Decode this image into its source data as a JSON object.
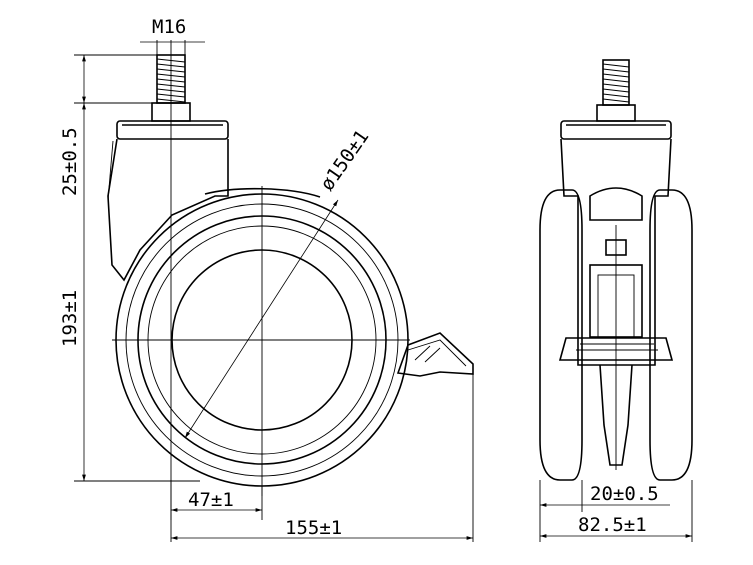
{
  "dimensions": {
    "thread": "M16",
    "diameter": "ø150±1",
    "stem_height": "25±0.5",
    "total_height": "193±1",
    "offset": "47±1",
    "total_length": "155±1",
    "wheel_width": "20±0.5",
    "overall_width": "82.5±1"
  }
}
